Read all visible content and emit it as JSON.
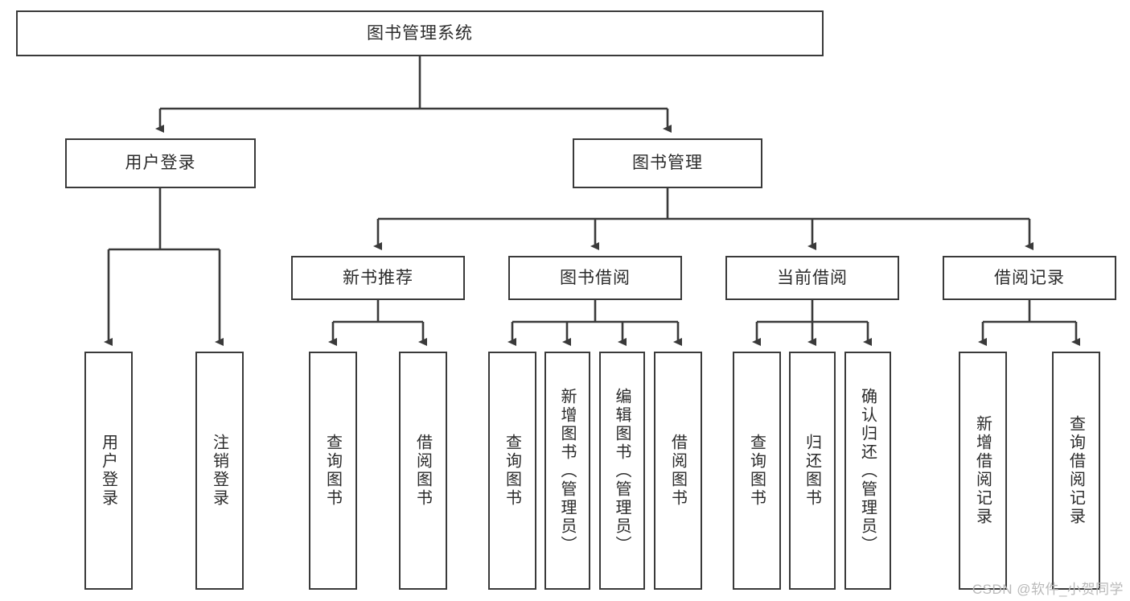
{
  "diagram": {
    "title_node": {
      "label": "图书管理系统"
    },
    "level1": [
      {
        "label": "用户登录"
      },
      {
        "label": "图书管理"
      }
    ],
    "level2": [
      {
        "label": "新书推荐"
      },
      {
        "label": "图书借阅"
      },
      {
        "label": "当前借阅"
      },
      {
        "label": "借阅记录"
      }
    ],
    "leaves": [
      {
        "label": "用户登录"
      },
      {
        "label": "注销登录"
      },
      {
        "label": "查询图书"
      },
      {
        "label": "借阅图书"
      },
      {
        "label": "查询图书"
      },
      {
        "label": "新增图书（管理员）"
      },
      {
        "label": "编辑图书（管理员）"
      },
      {
        "label": "借阅图书"
      },
      {
        "label": "查询图书"
      },
      {
        "label": "归还图书"
      },
      {
        "label": "确认归还（管理员）"
      },
      {
        "label": "新增借阅记录"
      },
      {
        "label": "查询借阅记录"
      }
    ],
    "watermark": "CSDN @软件_小贺同学",
    "colors": {
      "stroke": "#3a3a3a",
      "text": "#2b2b2b",
      "background": "#ffffff",
      "watermark": "#b9b9b9"
    }
  }
}
